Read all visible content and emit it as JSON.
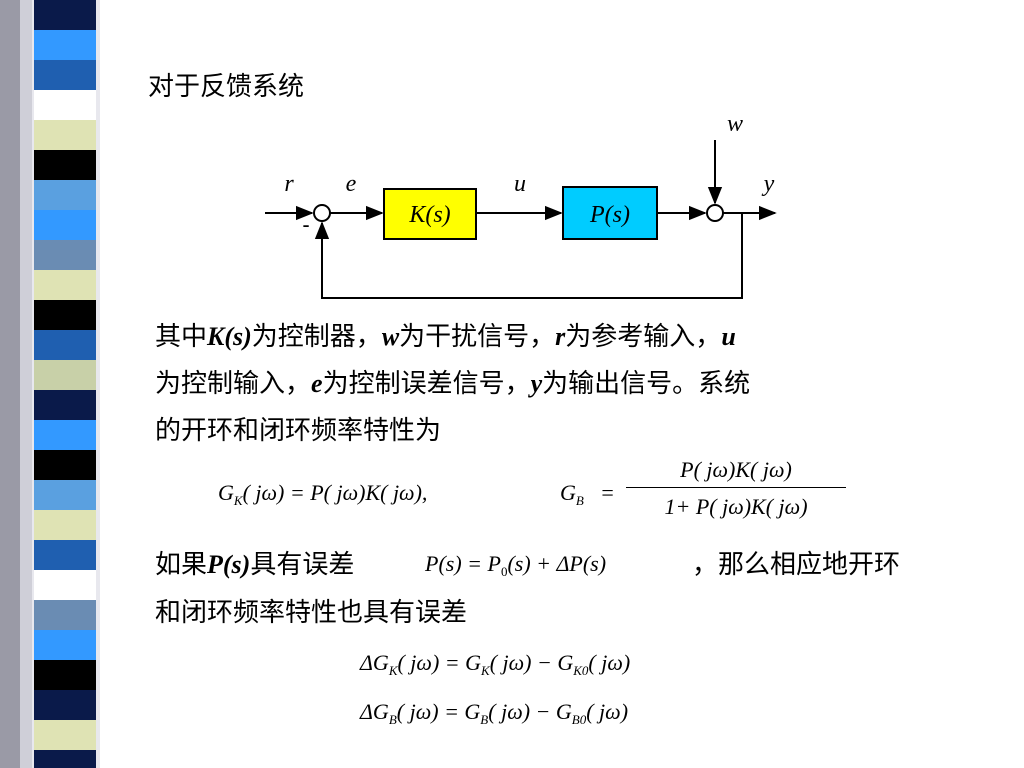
{
  "slide": {
    "heading": "对于反馈系统",
    "diagram": {
      "block_k": "K(s)",
      "block_p": "P(s)",
      "signal_r": "r",
      "signal_e": "e",
      "signal_u": "u",
      "signal_w": "w",
      "signal_y": "y",
      "minus_sign": "-",
      "colors": {
        "k_block": "#ffff00",
        "p_block": "#00ccff"
      }
    },
    "para1": {
      "l1_a": "其中",
      "l1_k": "K(s)",
      "l1_b": "为控制器，",
      "l1_w": "w",
      "l1_c": "为干扰信号，",
      "l1_r": "r",
      "l1_d": "为参考输入，",
      "l1_u": "u",
      "l2_a": "为控制输入，",
      "l2_e": "e",
      "l2_b": "为控制误差信号，",
      "l2_y": "y",
      "l2_c": "为输出信号。系统",
      "l3": "的开环和闭环频率特性为"
    },
    "formula1": {
      "gk": "G",
      "gk_sub": "K",
      "gk_rhs": "( jω) = P( jω)K( jω),",
      "gb": "G",
      "gb_sub": "B",
      "eq": "=",
      "numerator": "P( jω)K( jω)",
      "denominator": "1+ P( jω)K( jω)"
    },
    "para2": {
      "a": "如果",
      "p": "P(s)",
      "b": "具有误差",
      "math_lhs": "P(s) = P",
      "math_sub": "0",
      "math_rhs": "(s) + ΔP(s)",
      "c": "，那么相应地开环",
      "l2": "和闭环频率特性也具有误差"
    },
    "formula2": {
      "dgk": "ΔG",
      "dgk_sub": "K",
      "dgk_mid": "( jω) = G",
      "dgk_sub2": "K",
      "dgk_mid2": "( jω) − G",
      "dgk_sub3": "K0",
      "dgk_end": "( jω)",
      "dgb": "ΔG",
      "dgb_sub": "B",
      "dgb_mid": "( jω) = G",
      "dgb_sub2": "B",
      "dgb_mid2": "( jω) − G",
      "dgb_sub3": "B0",
      "dgb_end": "( jω)"
    }
  }
}
